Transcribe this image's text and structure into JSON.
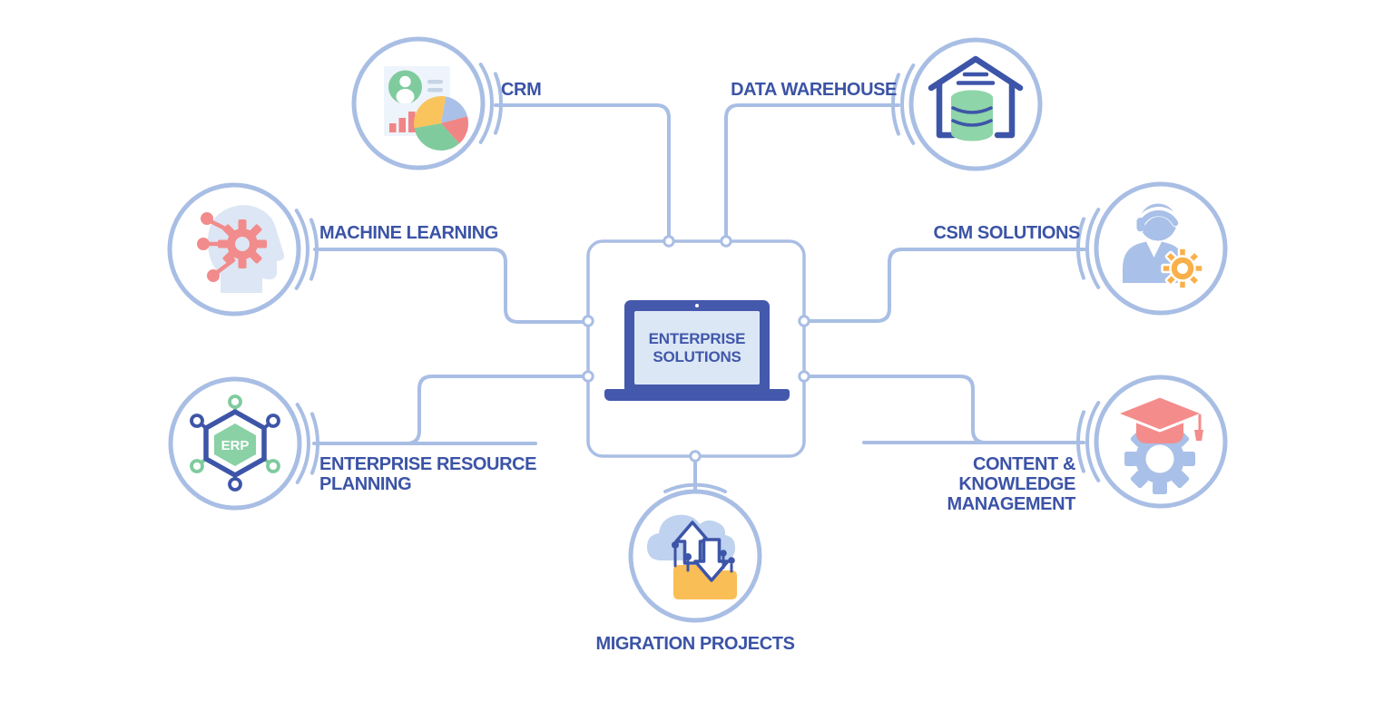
{
  "center": {
    "label": "ENTERPRISE SOLUTIONS",
    "icon": "laptop-icon"
  },
  "satellites": {
    "crm": {
      "label": "CRM",
      "icon": "crm-report-icon"
    },
    "data_warehouse": {
      "label": "DATA WAREHOUSE",
      "icon": "warehouse-database-icon"
    },
    "machine_learning": {
      "label": "MACHINE LEARNING",
      "icon": "head-gear-network-icon"
    },
    "csm_solutions": {
      "label": "CSM SOLUTIONS",
      "icon": "support-person-gear-icon"
    },
    "erp": {
      "label": "ENTERPRISE RESOURCE PLANNING",
      "icon": "erp-hexagon-network-icon",
      "badge": "ERP"
    },
    "content_knowledge": {
      "label": "CONTENT & KNOWLEDGE MANAGEMENT",
      "icon": "graduation-cap-gear-icon"
    },
    "migration": {
      "label": "MIGRATION PROJECTS",
      "icon": "cloud-folder-transfer-icon"
    }
  },
  "colors": {
    "connector": "#A9BEE4",
    "label_text": "#3B53A6",
    "dark_blue": "#3D55A8",
    "laptop_frame": "#4459AC",
    "screen": "#DCE7F5",
    "avatar_green": "#7FCB9E",
    "db_green": "#8ED5A9",
    "erp_green": "#8AD1A5",
    "salmon": "#F28B8B",
    "coral_cap": "#F48C8C",
    "bar_red": "#F08585",
    "orange_gear": "#F9B04A",
    "folder_amber": "#F9BE55",
    "pie_yellow": "#F9C45C",
    "periwinkle": "#A9C0E8",
    "head_fill": "#DCE6F4",
    "cloud": "#BFD2EF",
    "background": "#FFFFFF"
  }
}
